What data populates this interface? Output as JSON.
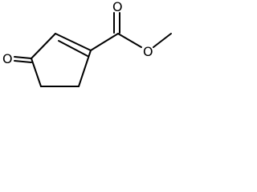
{
  "molecule": {
    "atoms": {
      "ketone_oxygen": "O",
      "carbonyl_oxygen": "O",
      "ester_oxygen": "O"
    },
    "colors": {
      "bond": "#000000",
      "label": "#000000",
      "background": "#ffffff"
    }
  }
}
